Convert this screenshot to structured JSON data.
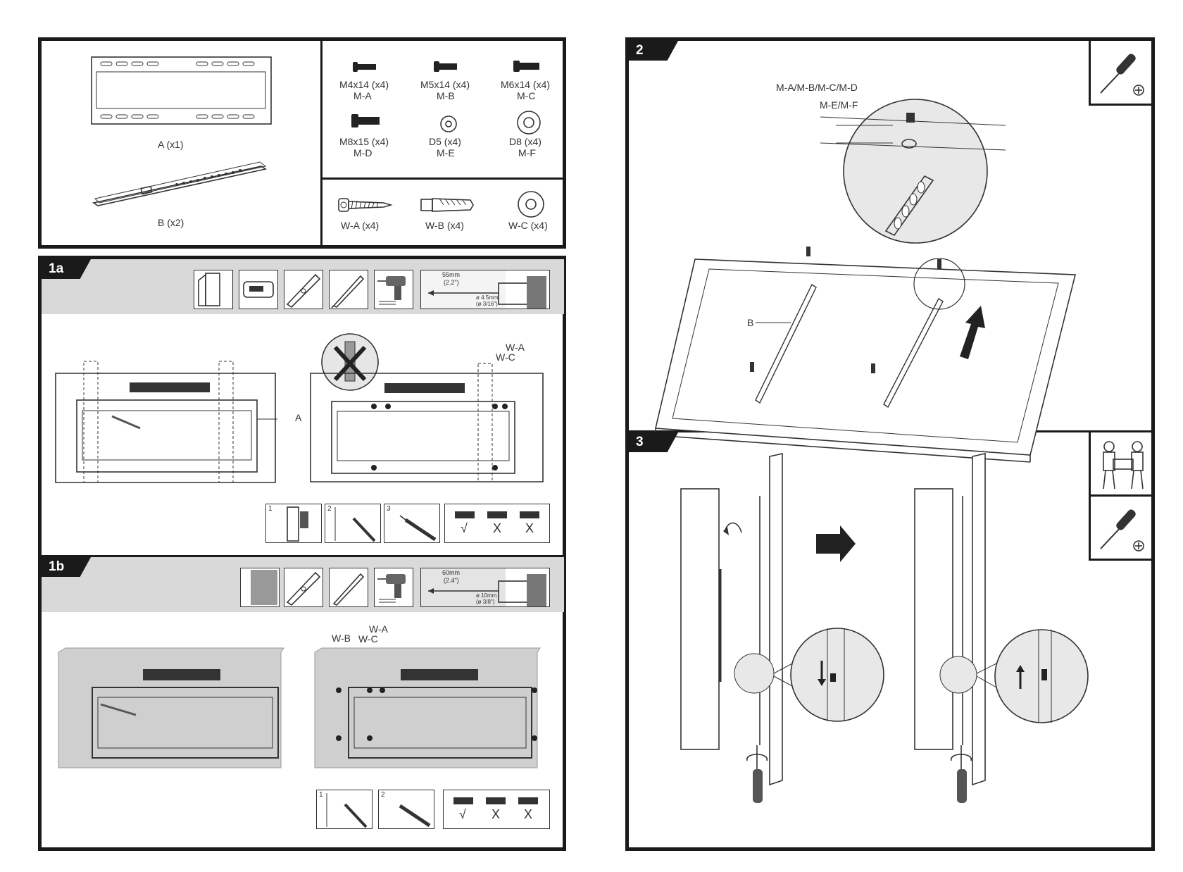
{
  "parts": {
    "bracket": {
      "a": "A (x1)",
      "b": "B (x2)"
    },
    "screws": [
      {
        "size": "M4x14 (x4)",
        "code": "M-A"
      },
      {
        "size": "M5x14 (x4)",
        "code": "M-B"
      },
      {
        "size": "M6x14 (x4)",
        "code": "M-C"
      },
      {
        "size": "M8x15 (x4)",
        "code": "M-D"
      },
      {
        "size": "D5 (x4)",
        "code": "M-E"
      },
      {
        "size": "D8 (x4)",
        "code": "M-F"
      }
    ],
    "wall_hardware": [
      "W-A (x4)",
      "W-B (x4)",
      "W-C (x4)"
    ]
  },
  "step1a": {
    "tag": "1a",
    "drill": {
      "depth_mm": "55mm",
      "depth_in": "(2.2\")",
      "dia_mm": "ø 4.5mm",
      "dia_in": "(ø 3/16\")"
    },
    "labels": {
      "a": "A",
      "wa": "W-A",
      "wc": "W-C"
    },
    "substeps": [
      "1",
      "2",
      "3"
    ],
    "level_marks": [
      "√",
      "X",
      "X"
    ]
  },
  "step1b": {
    "tag": "1b",
    "drill": {
      "depth_mm": "60mm",
      "depth_in": "(2.4\")",
      "dia_mm": "ø 10mm",
      "dia_in": "(ø 3/8\")"
    },
    "labels": {
      "wb": "W-B",
      "wa": "W-A",
      "wc": "W-C"
    },
    "substeps": [
      "1",
      "2"
    ],
    "level_marks": [
      "√",
      "X",
      "X"
    ]
  },
  "step2": {
    "tag": "2",
    "callout_screws": "M-A/M-B/M-C/M-D",
    "callout_washers": "M-E/M-F",
    "bracket_label": "B"
  },
  "step3": {
    "tag": "3"
  }
}
